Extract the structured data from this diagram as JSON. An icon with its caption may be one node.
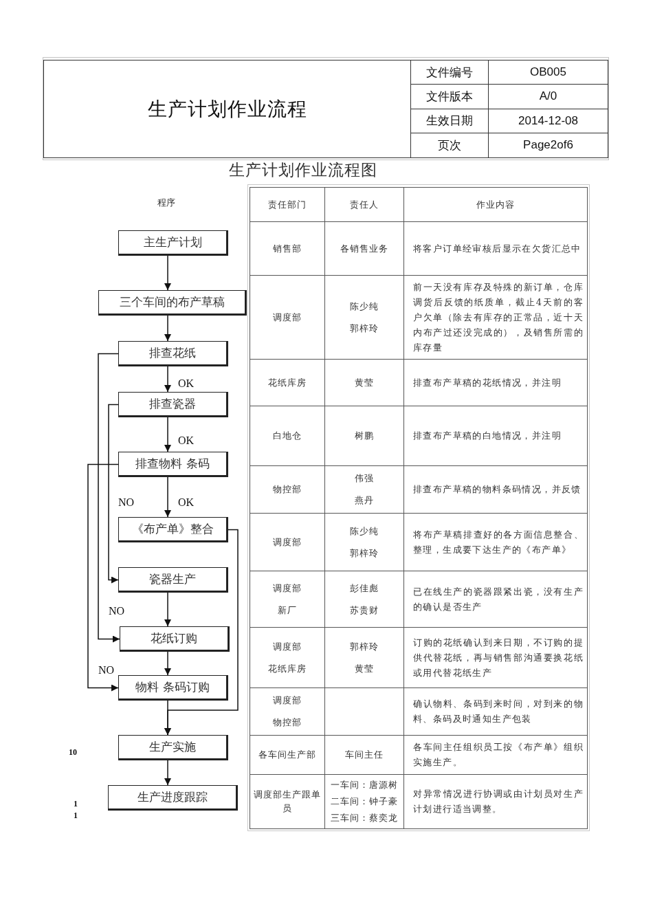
{
  "diagram": {
    "title": "生产计划作业流程",
    "nodes": [
      {
        "text": [
          "主生产计划"
        ]
      },
      {
        "text": [
          "三个车间的布产草稿"
        ]
      },
      {
        "text": [
          "排查花纸"
        ]
      },
      {
        "text": [
          "排查瓷器"
        ]
      },
      {
        "text": [
          "排查物料 条码"
        ]
      },
      {
        "text": [
          "《布产单》整合"
        ]
      },
      {
        "text": [
          "瓷器生产"
        ]
      },
      {
        "text": [
          "花纸订购"
        ]
      },
      {
        "text": [
          "物料 条码订购"
        ]
      },
      {
        "text": [
          "生产实施"
        ]
      },
      {
        "text": [
          "生产进度跟踪"
        ]
      }
    ],
    "edges": [
      {
        "from": 0,
        "to": 1,
        "arrow": "to"
      },
      {
        "from": 1,
        "to": 2,
        "arrow": "to"
      },
      {
        "from": 2,
        "to": 3,
        "arrow": "to",
        "label": "OK"
      },
      {
        "from": 3,
        "to": 4,
        "arrow": "to",
        "label": "OK"
      },
      {
        "from": 4,
        "to": 5,
        "arrow": "to",
        "label": "OK"
      },
      {
        "from": 2,
        "to": 7,
        "arrow": "to",
        "label": "NO"
      },
      {
        "from": 3,
        "to": 6,
        "arrow": "to",
        "label": "NO"
      },
      {
        "from": 4,
        "to": 8,
        "arrow": "to",
        "label": "NO"
      },
      {
        "from": 5,
        "to": 9,
        "arrow": "to"
      },
      {
        "from": 6,
        "to": 7,
        "arrow": "to"
      },
      {
        "from": 7,
        "to": 8,
        "arrow": "to"
      },
      {
        "from": 8,
        "to": 9,
        "arrow": "to"
      },
      {
        "from": 9,
        "to": 10,
        "arrow": "to"
      }
    ],
    "labels": [
      "文件编号",
      "OB005",
      "文件版本",
      "A/0",
      "生效日期",
      "2014-12-08",
      "页次",
      "Page2of6",
      "生产计划作业流程图",
      "程序",
      "责任部门",
      "责任人",
      "作业内容",
      "销售部",
      "各销售业务",
      "将客户订单经审核后显示在欠货汇总中",
      "调度部",
      "陈少纯",
      "郭梓玲",
      "前一天没有库存及特殊的新订单，仓库调货后反馈的纸质单，截止4天前的客户欠单（除去有库存的正常品，近十天内布产过还没完成的），及销售所需的库存量",
      "花纸库房",
      "黄莹",
      "排查布产草稿的花纸情况，并注明",
      "白地仓",
      "树鹏",
      "排查布产草稿的白地情况，并注明",
      "物控部",
      "伟强",
      "燕丹",
      "排查布产草稿的物料条码情况，并反馈",
      "调度部",
      "陈少纯",
      "郭梓玲",
      "将布产草稿排查好的各方面信息整合、整理，生成要下达生产的《布产单》",
      "调度部",
      "新厂",
      "彭佳彪",
      "苏贵财",
      "已在线生产的瓷器跟紧出瓷，没有生产的确认是否生产",
      "调度部",
      "花纸库房",
      "郭梓玲",
      "黄莹",
      "订购的花纸确认到来日期，不订购的提供代替花纸，再与销售部沟通要换花纸或用代替花纸生产",
      "调度部",
      "物控部",
      "确认物料、条码到来时间，对到来的物料、条码及时通知生产包装",
      "各车间生产部",
      "车间主任",
      "各车间主任组织员工按《布产单》组织实施生产。",
      "调度部生产跟单员",
      "一车间：唐源树",
      "二车间：钟子豪",
      "三车间：蔡奕龙",
      "对异常情况进行协调或由计划员对生产计划进行适当调整。",
      "10",
      "11"
    ]
  }
}
